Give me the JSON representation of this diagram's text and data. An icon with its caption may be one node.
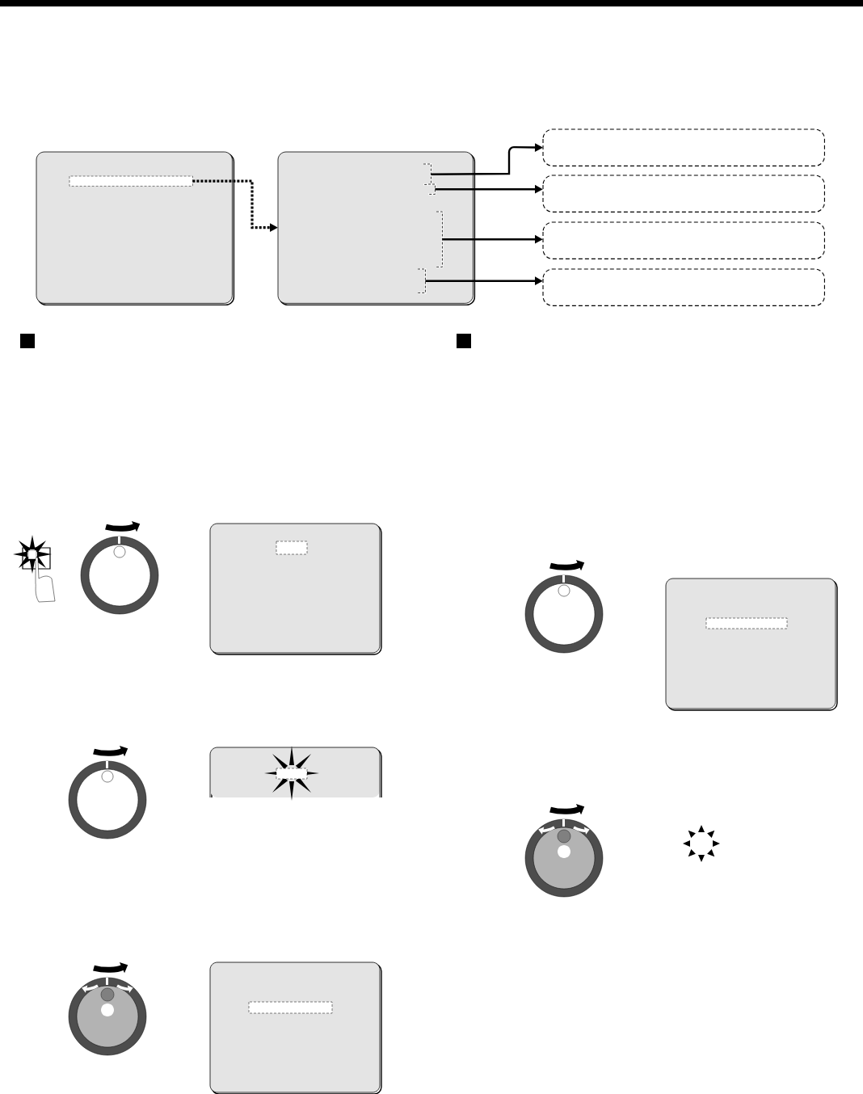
{
  "diagram": {
    "nodes": [
      {
        "text": [],
        "shape": "box"
      },
      {
        "text": [],
        "shape": "bar",
        "in": 0
      },
      {
        "text": [],
        "shape": "box"
      },
      {
        "text": [],
        "shape": "bracket",
        "in": 2
      },
      {
        "text": [],
        "shape": "bracket",
        "in": 2
      },
      {
        "text": [],
        "shape": "bracket",
        "in": 2
      },
      {
        "text": [],
        "shape": "bracket",
        "in": 2
      },
      {
        "text": [],
        "shape": "box"
      },
      {
        "text": [],
        "shape": "box"
      },
      {
        "text": [],
        "shape": "box"
      },
      {
        "text": [],
        "shape": "box"
      }
    ],
    "edges": [
      {
        "from": 1,
        "to": 2,
        "arrow": "to",
        "style": "dashed"
      },
      {
        "from": 3,
        "to": 7,
        "arrow": "to"
      },
      {
        "from": 4,
        "to": 8,
        "arrow": "to"
      },
      {
        "from": 5,
        "to": 9,
        "arrow": "to"
      },
      {
        "from": 6,
        "to": 10,
        "arrow": "to"
      }
    ]
  }
}
